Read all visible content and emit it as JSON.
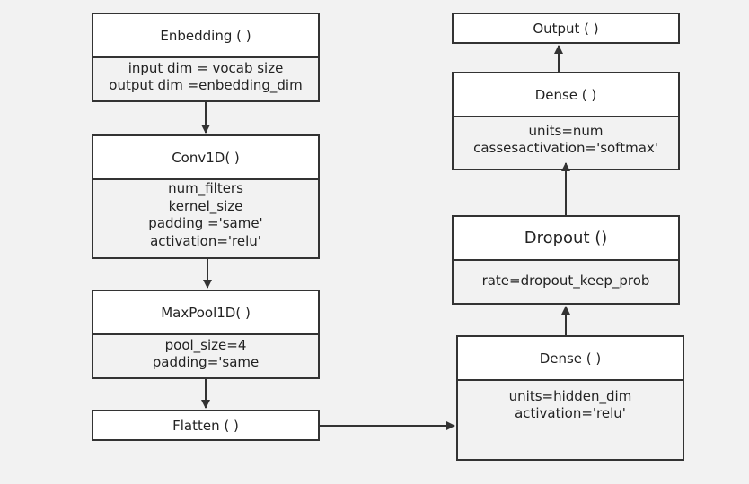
{
  "nodes": {
    "embedding": {
      "title": "Enbedding ( )",
      "lines": [
        "input dim = vocab size",
        "output dim =enbedding_dim"
      ]
    },
    "conv1d": {
      "title": "Conv1D( )",
      "lines": [
        "num_filters",
        "kernel_size",
        "padding ='same'",
        "activation='relu'"
      ]
    },
    "maxpool": {
      "title": "MaxPool1D( )",
      "lines": [
        "pool_size=4",
        "padding='same"
      ]
    },
    "flatten": {
      "title": "Flatten ( )"
    },
    "dense1": {
      "title": "Dense ( )",
      "lines": [
        "units=hidden_dim",
        "activation='relu'"
      ]
    },
    "dropout": {
      "title": "Dropout ()",
      "lines": [
        "rate=dropout_keep_prob"
      ]
    },
    "dense2": {
      "title": "Dense ( )",
      "lines": [
        "units=num",
        "cassesactivation='softmax'"
      ]
    },
    "output": {
      "title": "Output ( )"
    }
  },
  "colors": {
    "border": "#333333",
    "header_bg": "#ffffff",
    "body_bg": "#f2f2f2",
    "arrow": "#333333"
  }
}
